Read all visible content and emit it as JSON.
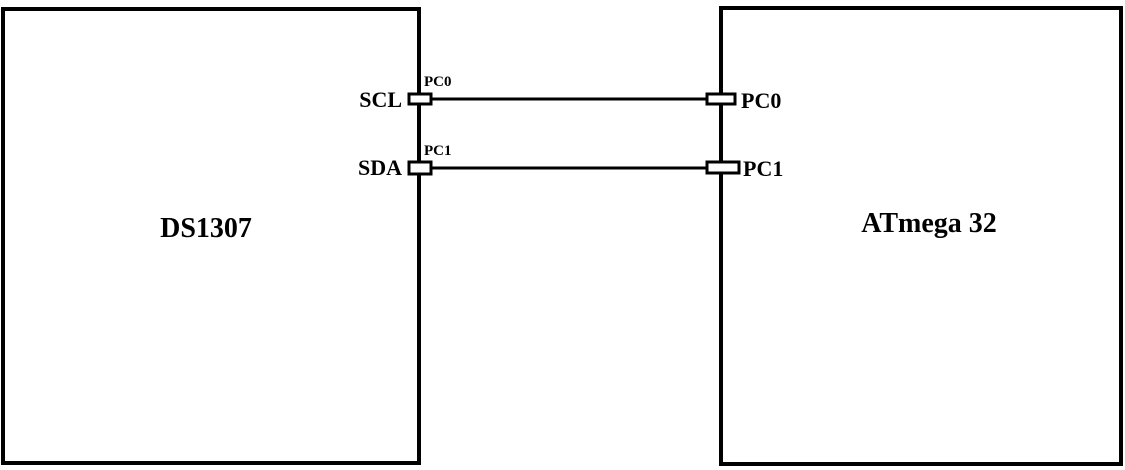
{
  "left_chip": {
    "title": "DS1307",
    "pins": [
      {
        "label": "SCL",
        "net_label": "PC0"
      },
      {
        "label": "SDA",
        "net_label": "PC1"
      }
    ]
  },
  "right_chip": {
    "title": "ATmega 32",
    "pins": [
      {
        "label": "PC0"
      },
      {
        "label": "PC1"
      }
    ]
  },
  "colors": {
    "line": "#000000",
    "background": "#ffffff"
  }
}
